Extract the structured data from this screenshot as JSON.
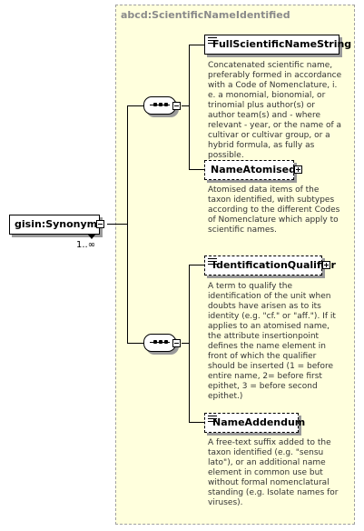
{
  "type_name": "abcd:ScientificNameIdentified",
  "root": {
    "label": "gisin:Synonym",
    "cardinality": "1..∞"
  },
  "elements": [
    {
      "label": "FullScientificNameString",
      "doc": "Concatenated scientific name, preferably formed in accordance with a Code of Nomenclature, i. e. a monomial, bionomial, or trinomial plus author(s) or author team(s) and - where relevant - year, or the name of a cultivar or cultivar group, or a hybrid formula, as fully as possible."
    },
    {
      "label": "NameAtomised",
      "doc": "Atomised data items of the taxon identified, with subtypes according to the different Codes of Nomenclature which apply to scientific names."
    },
    {
      "label": "IdentificationQualifier",
      "doc": "A term to qualify the identification of the unit when doubts have arisen as to its identity (e.g. \"cf.\" or \"aff.\"). If it applies to an atomised name, the attribute insertionpoint defines the name element in front of which the qualifier should be inserted (1 = before entire name, 2= before first epithet, 3 = before second epithet.)"
    },
    {
      "label": "NameAddendum",
      "doc": "A free-text suffix added to the taxon identified (e.g. \"sensu lato\"), or an additional name element in common use but without formal nomenclatural standing (e.g. Isolate names for viruses)."
    }
  ],
  "colors": {
    "type_background": "#ffffdd",
    "shadow": "#9a9a9a",
    "doc_text": "#333333"
  },
  "icons": {
    "expand": "plus-box",
    "collapse": "minus-box",
    "compositor": "sequence"
  }
}
